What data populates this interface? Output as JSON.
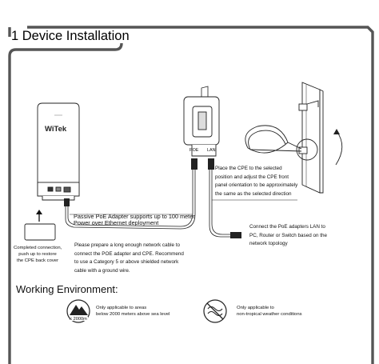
{
  "header": {
    "title": "1 Device Installation"
  },
  "device": {
    "brand": "WiTek",
    "port_labels": {
      "poe": "POE",
      "lan": "LAN"
    }
  },
  "steps": {
    "remove_cover": [
      "Completed connection,",
      "push up to restore",
      "the CPE back cover"
    ],
    "adapter_note": [
      "Passive PoE Adapter supports up to 100 meter",
      "Power over Ethernet deployment"
    ],
    "cable_note": [
      "Please prepare a long enough network cable to",
      "connect the POE adapter and CPE. Recommend",
      "to use a Category 5  or above  shielded network",
      "cable with a ground wire."
    ],
    "place_cpe": [
      "Place the CPE to the selected",
      "position and adjust the CPE front",
      "panel orientation to be approximately",
      "the same as the selected direction"
    ],
    "connect_lan": [
      "Connect the PoE adapters LAN to",
      "PC, Router or Switch based on the",
      "network topology"
    ]
  },
  "environment": {
    "title": "Working Environment:",
    "altitude": {
      "icon": "mountain-icon",
      "badge": "≤ 2000m",
      "text": [
        "Only applicable to areas",
        "below 2000 meters above sea level"
      ]
    },
    "climate": {
      "icon": "no-tropical-icon",
      "text": [
        "Only applicable to",
        "non-tropical weather conditions"
      ]
    }
  },
  "colors": {
    "frame": "#555555",
    "title_tab": "#ffffff",
    "line": "#222222"
  }
}
